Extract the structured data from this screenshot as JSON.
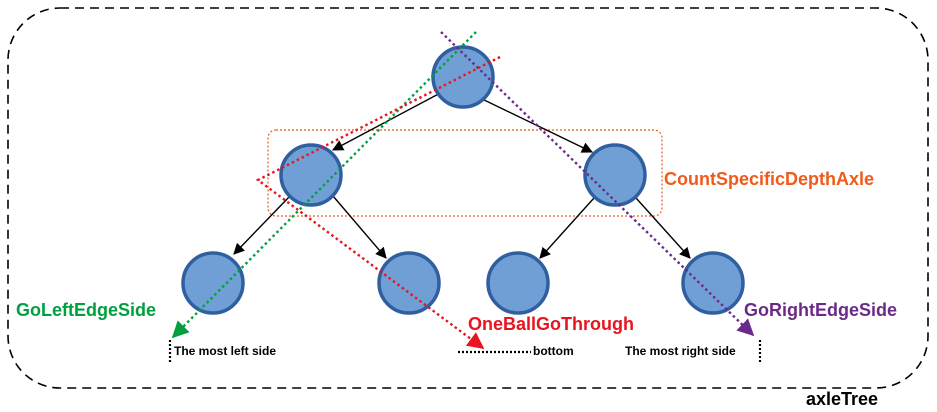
{
  "labels": {
    "count_depth": "CountSpecificDepthAxle",
    "go_left": "GoLeftEdgeSide",
    "one_ball": "OneBallGoThrough",
    "go_right": "GoRightEdgeSide",
    "most_left": "The most left side",
    "bottom": "bottom",
    "most_right": "The most right side",
    "title": "axleTree"
  },
  "colors": {
    "node_fill": "#6f9fd4",
    "node_stroke": "#2f5f9f",
    "edge": "#000000",
    "count_depth": "#f05a1a",
    "go_left": "#00a040",
    "one_ball": "#e8141e",
    "go_right": "#6a2a8a",
    "frame": "#000000"
  },
  "tree": {
    "nodes": [
      "root",
      "left",
      "right",
      "left-left",
      "left-right",
      "right-left",
      "right-right"
    ],
    "edges": [
      [
        "root",
        "left"
      ],
      [
        "root",
        "right"
      ],
      [
        "left",
        "left-left"
      ],
      [
        "left",
        "left-right"
      ],
      [
        "right",
        "right-left"
      ],
      [
        "right",
        "right-right"
      ]
    ]
  }
}
